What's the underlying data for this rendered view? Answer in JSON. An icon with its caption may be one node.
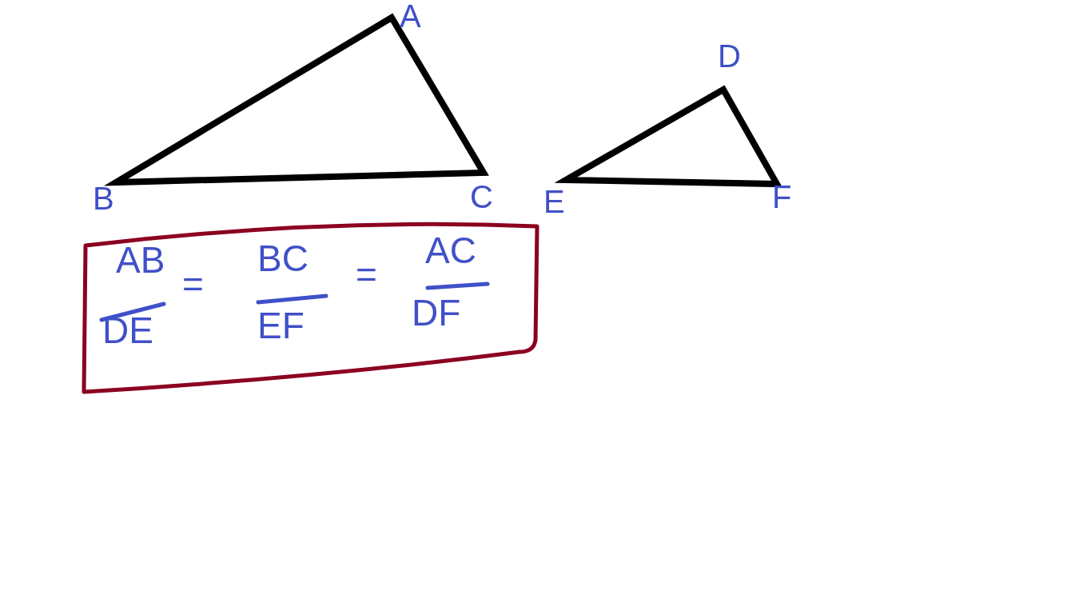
{
  "diagram": {
    "nodes": [
      {
        "text": [
          "AB",
          "DE",
          "=",
          "BC",
          "EF",
          "=",
          "AC",
          "DF"
        ]
      }
    ],
    "labels": [
      "A",
      "B",
      "C",
      "D",
      "E",
      "F"
    ]
  }
}
